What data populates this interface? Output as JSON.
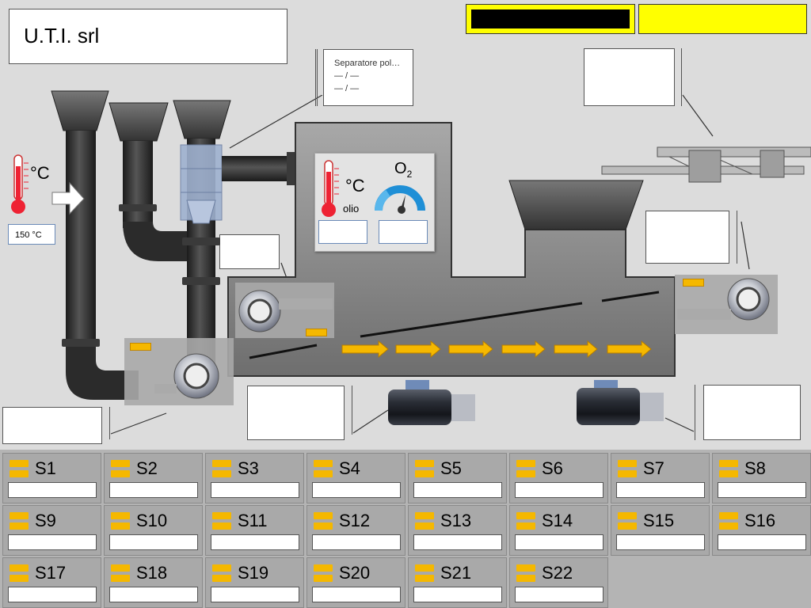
{
  "header": {
    "company": "U.T.I. srl"
  },
  "separator": {
    "title": "Separatore pol…",
    "line1": "— / —",
    "line2": "— / —"
  },
  "temperature_probe": {
    "unit": "°C",
    "value": "150 °C"
  },
  "oil_panel": {
    "temp_unit": "°C",
    "temp_sub": "olio",
    "o2_label": "O",
    "o2_sub": "2"
  },
  "stations": [
    {
      "label": "S1"
    },
    {
      "label": "S2"
    },
    {
      "label": "S3"
    },
    {
      "label": "S4"
    },
    {
      "label": "S5"
    },
    {
      "label": "S6"
    },
    {
      "label": "S7"
    },
    {
      "label": "S8"
    },
    {
      "label": "S9"
    },
    {
      "label": "S10"
    },
    {
      "label": "S11"
    },
    {
      "label": "S12"
    },
    {
      "label": "S13"
    },
    {
      "label": "S14"
    },
    {
      "label": "S15"
    },
    {
      "label": "S16"
    },
    {
      "label": "S17"
    },
    {
      "label": "S18"
    },
    {
      "label": "S19"
    },
    {
      "label": "S20"
    },
    {
      "label": "S21"
    },
    {
      "label": "S22"
    }
  ],
  "colors": {
    "accent_yellow": "#ffff00",
    "status_amber": "#f5b800",
    "machine_gray": "#8a8a8a",
    "pipe_black": "#2a2a2a"
  }
}
